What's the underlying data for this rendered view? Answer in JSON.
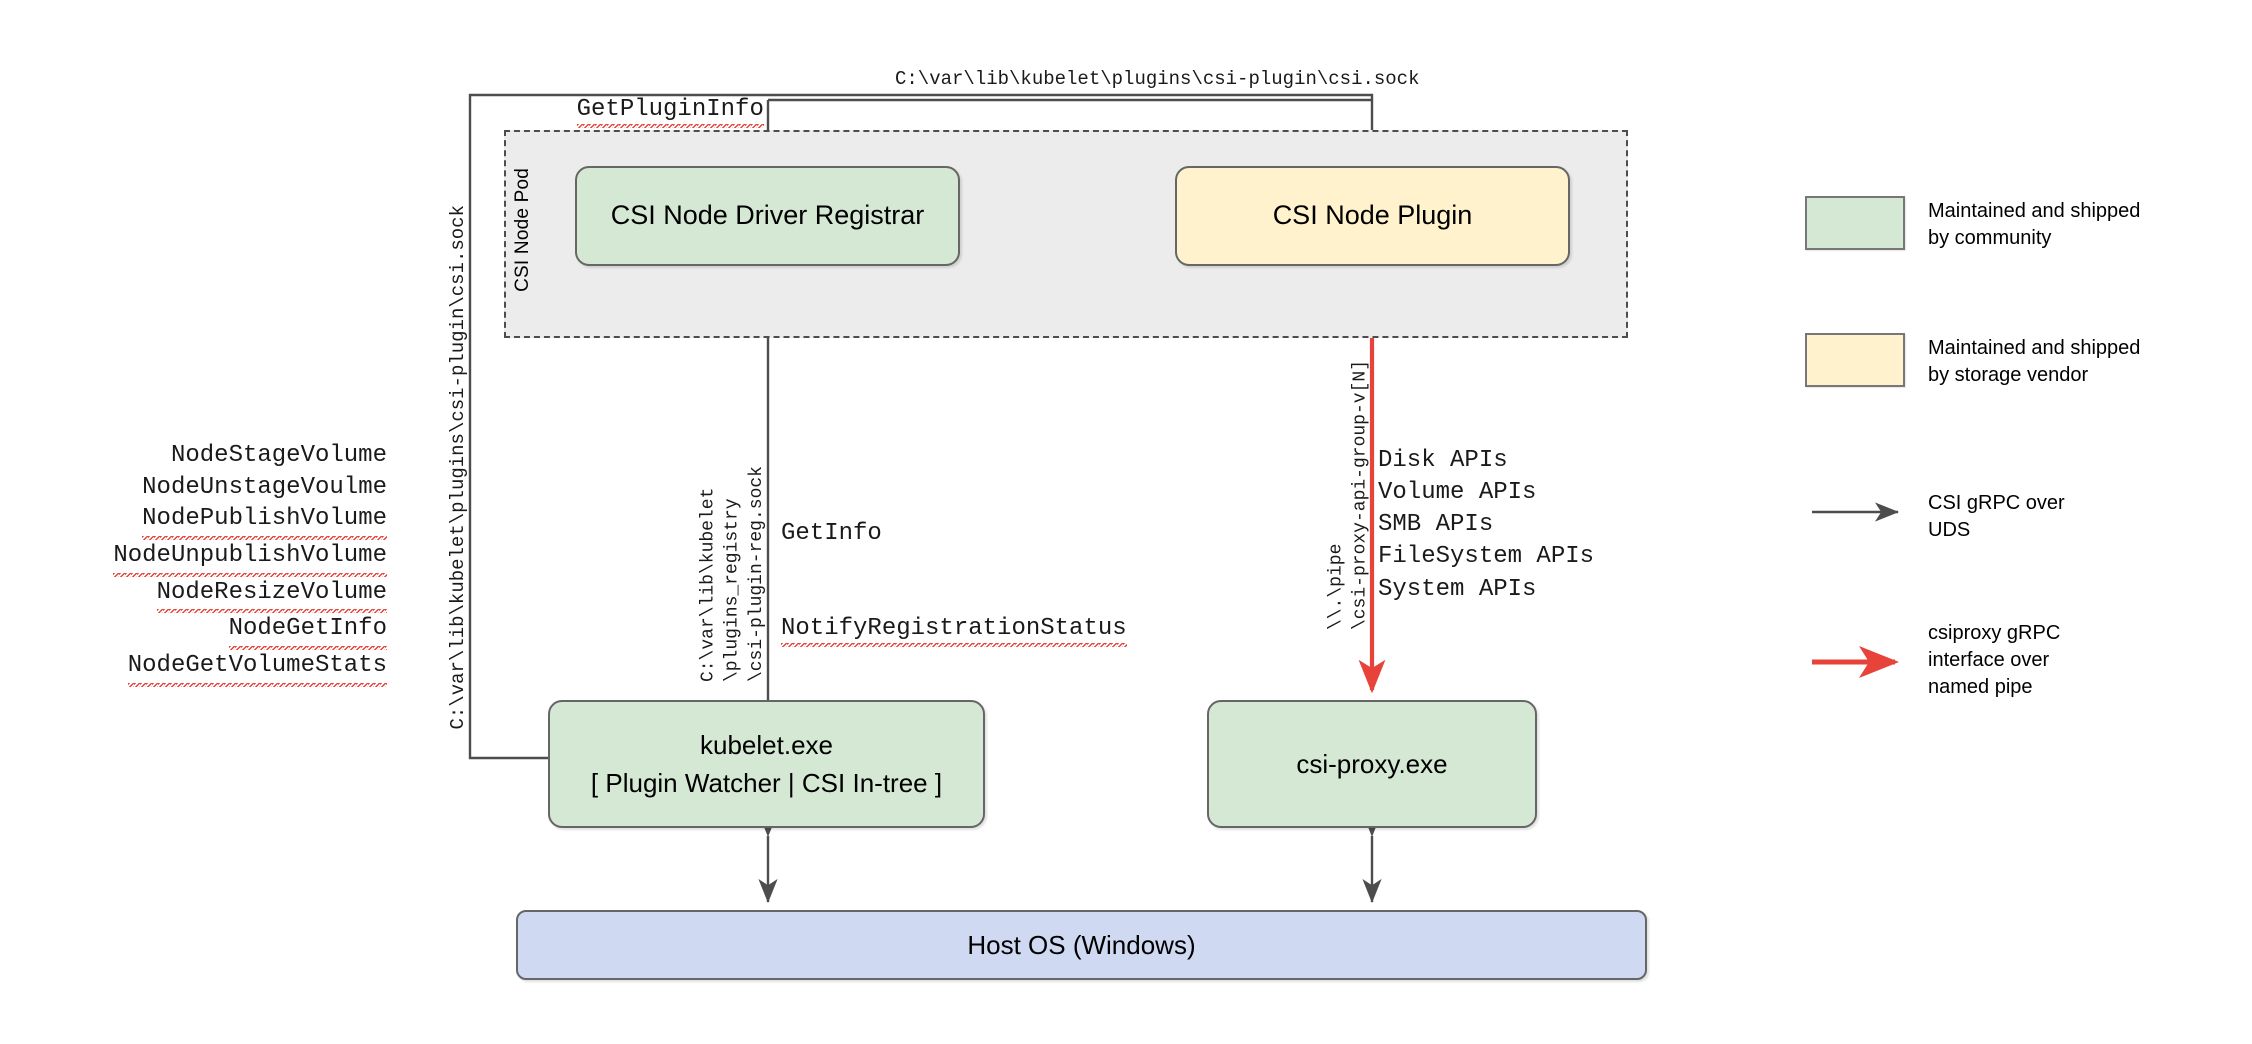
{
  "diagram": {
    "title": "CSI Proxy architecture on Windows",
    "colors": {
      "community_fill": "#d5e8d4",
      "vendor_fill": "#fff2cc",
      "host_fill": "#cfd9f2",
      "pod_fill": "#ececec",
      "edge_default": "#4d4d4d",
      "edge_csiproxy": "#e8433a",
      "spellcheck_underline": "#e8433a"
    }
  },
  "pod": {
    "label": "CSI Node Pod"
  },
  "nodes": {
    "registrar": {
      "label": "CSI Node Driver Registrar"
    },
    "node_plugin": {
      "label": "CSI Node Plugin"
    },
    "kubelet": {
      "line1": "kubelet.exe",
      "line2": "[ Plugin Watcher | CSI In-tree ]"
    },
    "csi_proxy": {
      "label": "csi-proxy.exe"
    },
    "host_os": {
      "label": "Host OS (Windows)"
    }
  },
  "annotations": {
    "get_plugin_info": "GetPluginInfo",
    "csi_socket_path": "C:\\var\\lib\\kubelet\\plugins\\csi-plugin\\csi.sock",
    "left_socket_path_vertical": "C:\\var\\lib\\kubelet\\plugins\\csi-plugin\\csi.sock",
    "registration_socket_path": [
      "C:\\var\\lib\\kubelet",
      "\\plugins_registry",
      "\\csi-plugin-reg.sock"
    ],
    "registration_calls": {
      "get_info": "GetInfo",
      "notify_registration_status": "NotifyRegistrationStatus"
    },
    "named_pipe_path": [
      "\\\\.\\pipe",
      "\\csi-proxy-api-group-v[N]"
    ],
    "node_service_apis": [
      "NodeStageVolume",
      "NodeUnstageVoulme",
      "NodePublishVolume",
      "NodeUnpublishVolume",
      "NodeResizeVolume",
      "NodeGetInfo",
      "NodeGetVolumeStats"
    ],
    "node_service_apis_misspelled": [
      false,
      false,
      true,
      true,
      true,
      true,
      true
    ],
    "csi_proxy_apis": [
      "Disk APIs",
      "Volume APIs",
      "SMB APIs",
      "FileSystem APIs",
      "System APIs"
    ]
  },
  "legend": {
    "community": "Maintained and shipped\nby community",
    "vendor": "Maintained and shipped\nby storage vendor",
    "uds_arrow": "CSI gRPC over\nUDS",
    "csiproxy_arrow": "csiproxy gRPC\ninterface over\nnamed pipe"
  }
}
